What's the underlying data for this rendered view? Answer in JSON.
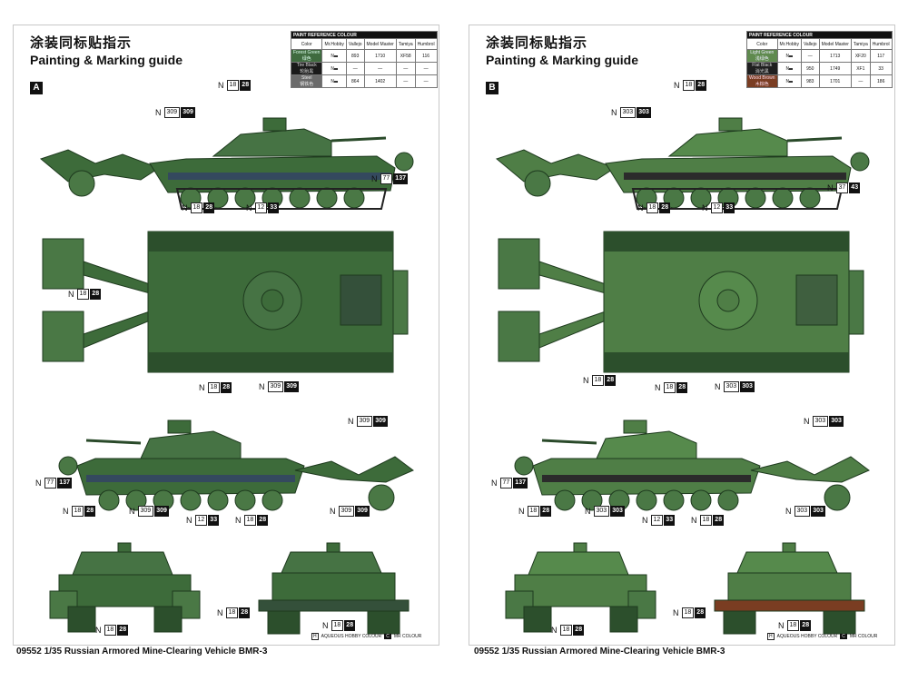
{
  "pageA": {
    "title_cn": "涂装同标贴指示",
    "title_en": "Painting & Marking guide",
    "badge": "A",
    "table": {
      "caption": "PAINT REFERENCE COLOUR",
      "headers": [
        "Color",
        "Mr.Hobby",
        "Vallejo",
        "Model Master",
        "Tamiya",
        "Humbrol"
      ],
      "rows": [
        {
          "name": "Forest Green",
          "name_cn": "绿色",
          "code": "N",
          "mrhobby": "",
          "vallejo": "893",
          "modelmaster": "1710",
          "tamiya": "XF58",
          "humbrol": "116"
        },
        {
          "name": "Tire Black",
          "name_cn": "轮胎黑",
          "code": "N",
          "mrhobby": "",
          "vallejo": "—",
          "modelmaster": "—",
          "tamiya": "—",
          "humbrol": "—"
        },
        {
          "name": "Steel",
          "name_cn": "钢铁色",
          "code": "N",
          "mrhobby": "",
          "vallejo": "864",
          "modelmaster": "1402",
          "tamiya": "—",
          "humbrol": "—"
        }
      ]
    },
    "callouts": [
      {
        "n": "N",
        "b1": "18",
        "b2": "28"
      },
      {
        "n": "N",
        "b1": "309",
        "b2": "309"
      },
      {
        "n": "N",
        "b1": "77",
        "b2": "137"
      },
      {
        "n": "N",
        "b1": "18",
        "b2": "28"
      },
      {
        "n": "N",
        "b1": "12",
        "b2": "33"
      },
      {
        "n": "N",
        "b1": "18",
        "b2": "28"
      },
      {
        "n": "N",
        "b1": "309",
        "b2": "309"
      },
      {
        "n": "N",
        "b1": "18",
        "b2": "28"
      },
      {
        "n": "N",
        "b1": "309",
        "b2": "309"
      },
      {
        "n": "N",
        "b1": "77",
        "b2": "137"
      },
      {
        "n": "N",
        "b1": "12",
        "b2": "33"
      },
      {
        "n": "N",
        "b1": "18",
        "b2": "28"
      },
      {
        "n": "N",
        "b1": "18",
        "b2": "28"
      },
      {
        "n": "N",
        "b1": "309",
        "b2": "309"
      },
      {
        "n": "N",
        "b1": "309",
        "b2": "309"
      },
      {
        "n": "N",
        "b1": "18",
        "b2": "28"
      },
      {
        "n": "N",
        "b1": "18",
        "b2": "28"
      },
      {
        "n": "N",
        "b1": "18",
        "b2": "28"
      }
    ],
    "legend": {
      "aqueous": "AQUEOUS HOBBY COLOUR",
      "mr": "MR COLOUR",
      "h": "H",
      "c": "C"
    },
    "footer": "09552 1/35 Russian Armored Mine-Clearing Vehicle BMR-3"
  },
  "pageB": {
    "title_cn": "涂装同标贴指示",
    "title_en": "Painting & Marking guide",
    "badge": "B",
    "table": {
      "caption": "PAINT REFERENCE COLOUR",
      "headers": [
        "Color",
        "Mr.Hobby",
        "Vallejo",
        "Model Master",
        "Tamiya",
        "Humbrol"
      ],
      "rows": [
        {
          "name": "Light Green",
          "name_cn": "浅绿色",
          "code": "N",
          "mrhobby": "",
          "vallejo": "—",
          "modelmaster": "1713",
          "tamiya": "XF20",
          "humbrol": "117"
        },
        {
          "name": "Flat Black",
          "name_cn": "消光黑",
          "code": "N",
          "mrhobby": "",
          "vallejo": "950",
          "modelmaster": "1749",
          "tamiya": "XF1",
          "humbrol": "33"
        },
        {
          "name": "Wood Brown",
          "name_cn": "木棕色",
          "code": "N",
          "mrhobby": "",
          "vallejo": "983",
          "modelmaster": "1701",
          "tamiya": "—",
          "humbrol": "186"
        }
      ]
    },
    "callouts": [
      {
        "n": "N",
        "b1": "18",
        "b2": "28"
      },
      {
        "n": "N",
        "b1": "303",
        "b2": "303"
      },
      {
        "n": "N",
        "b1": "37",
        "b2": "43"
      },
      {
        "n": "N",
        "b1": "18",
        "b2": "28"
      },
      {
        "n": "N",
        "b1": "12",
        "b2": "33"
      },
      {
        "n": "N",
        "b1": "18",
        "b2": "28"
      },
      {
        "n": "N",
        "b1": "303",
        "b2": "303"
      },
      {
        "n": "N",
        "b1": "18",
        "b2": "28"
      },
      {
        "n": "N",
        "b1": "303",
        "b2": "303"
      },
      {
        "n": "N",
        "b1": "77",
        "b2": "137"
      },
      {
        "n": "N",
        "b1": "12",
        "b2": "33"
      },
      {
        "n": "N",
        "b1": "18",
        "b2": "28"
      },
      {
        "n": "N",
        "b1": "18",
        "b2": "28"
      },
      {
        "n": "N",
        "b1": "303",
        "b2": "303"
      },
      {
        "n": "N",
        "b1": "303",
        "b2": "303"
      },
      {
        "n": "N",
        "b1": "18",
        "b2": "28"
      },
      {
        "n": "N",
        "b1": "18",
        "b2": "28"
      },
      {
        "n": "N",
        "b1": "18",
        "b2": "28"
      }
    ],
    "legend": {
      "aqueous": "AQUEOUS HOBBY COLOUR",
      "mr": "MR COLOUR",
      "h": "H",
      "c": "C"
    },
    "footer": "09552 1/35 Russian Armored Mine-Clearing Vehicle BMR-3"
  },
  "colors": {
    "hull_green": "#3d6b3a",
    "hull_dark": "#2c4f2c",
    "light_green": "#4f7e46",
    "steel": "#5a5f63",
    "wheel": "#4a7845"
  }
}
